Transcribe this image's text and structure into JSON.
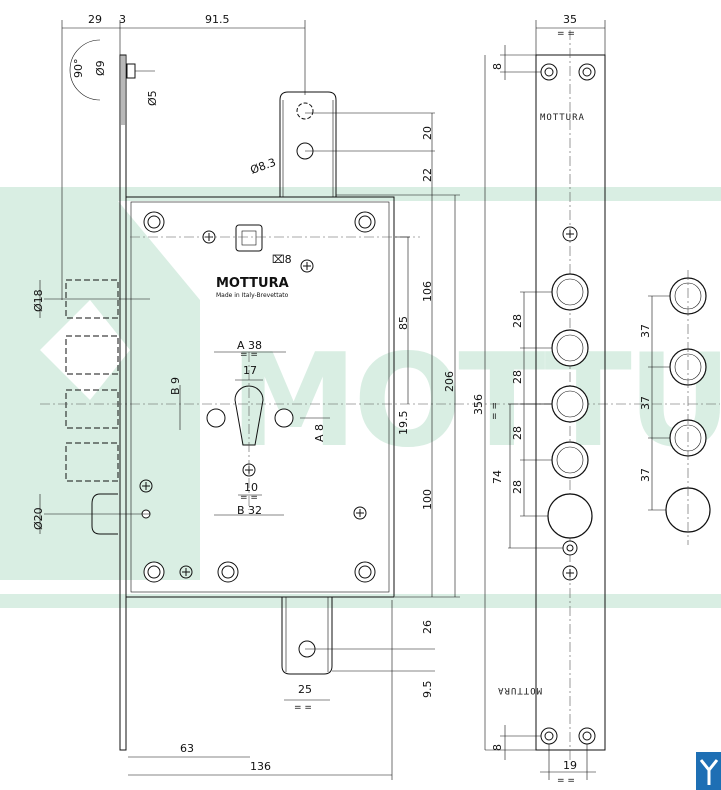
{
  "brand": {
    "logo": "MOTTURA",
    "subline": "Made in Italy-Brevettato",
    "faceplate_stamp": "MOTTURA",
    "watermark": "MOTTURA"
  },
  "colors": {
    "watermark": "#d9eee3",
    "line": "#111111",
    "corner_logo": "#1e6fb4"
  },
  "dims": {
    "top_29": "29",
    "top_3": "3",
    "top_91_5": "91.5",
    "angle_90": "90°",
    "dia_9": "Ø9",
    "dia_5": "Ø5",
    "dia_8_3": "Ø8.3",
    "d_20": "20",
    "d_22": "22",
    "square_8": "⌧8",
    "d_106": "106",
    "d_85": "85",
    "d_206": "206",
    "d_356": "356",
    "d_19_5": "19.5",
    "d_100": "100",
    "d_26": "26",
    "d_9_5": "9.5",
    "d_25": "25",
    "d_63": "63",
    "d_136": "136",
    "dia_18": "Ø18",
    "dia_20": "Ø20",
    "a38": "A 38",
    "d_17": "17",
    "b9": "B 9",
    "a8": "A 8",
    "d_10": "10",
    "b32": "B 32",
    "d_35": "35",
    "d_8_top": "8",
    "d_8_bottom": "8",
    "d_19": "19",
    "d_28_1": "28",
    "d_28_2": "28",
    "d_28_3": "28",
    "d_28_4": "28",
    "d_74": "74",
    "d_37_1": "37",
    "d_37_2": "37",
    "d_37_3": "37",
    "equal": "= ="
  }
}
